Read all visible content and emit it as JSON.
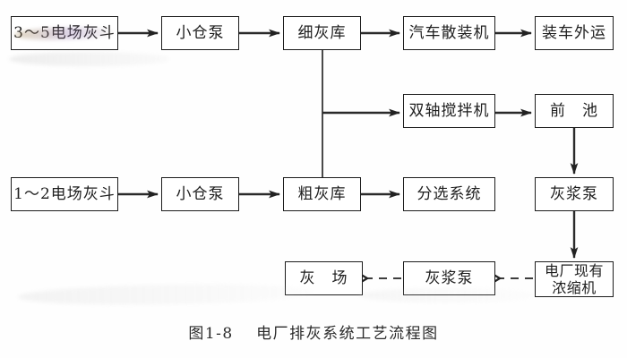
{
  "figure": {
    "caption": "图1-8　 电厂排灰系统工艺流程图"
  },
  "nodes": {
    "ash_hopper_3_5": {
      "label": "3～5电场灰斗"
    },
    "bin_pump_top": {
      "label": "小仓泵"
    },
    "fine_ash_silo": {
      "label": "细灰库"
    },
    "truck_bulk_loader": {
      "label": "汽车散装机"
    },
    "load_transport_out": {
      "label": "装车外运"
    },
    "twin_shaft_mixer": {
      "label": "双轴搅拌机"
    },
    "fore_pool": {
      "label": "前　池"
    },
    "ash_hopper_1_2": {
      "label": "1～2电场灰斗"
    },
    "bin_pump_bottom": {
      "label": "小仓泵"
    },
    "coarse_ash_silo": {
      "label": "粗灰库"
    },
    "sorting_system": {
      "label": "分选系统"
    },
    "slurry_pump_right": {
      "label": "灰浆泵"
    },
    "ash_yard": {
      "label": "灰　场"
    },
    "slurry_pump_bottom": {
      "label": "灰浆泵"
    },
    "existing_thickener": {
      "line1": "电厂现有",
      "line2": "浓缩机"
    }
  },
  "edges": [
    {
      "from": "3～5电场灰斗",
      "to": "小仓泵",
      "type": "solid-arrow"
    },
    {
      "from": "小仓泵",
      "to": "细灰库",
      "type": "solid-arrow"
    },
    {
      "from": "细灰库",
      "to": "汽车散装机",
      "type": "solid-arrow"
    },
    {
      "from": "汽车散装机",
      "to": "装车外运",
      "type": "solid-arrow"
    },
    {
      "from": "细灰库",
      "to": "粗灰库",
      "type": "solid-line"
    },
    {
      "from": "细灰库-粗灰库连线",
      "to": "双轴搅拌机",
      "type": "solid-arrow"
    },
    {
      "from": "双轴搅拌机",
      "to": "前　池",
      "type": "solid-arrow"
    },
    {
      "from": "前　池",
      "to": "灰浆泵(右)",
      "type": "solid-arrow"
    },
    {
      "from": "1～2电场灰斗",
      "to": "小仓泵",
      "type": "solid-arrow"
    },
    {
      "from": "小仓泵",
      "to": "粗灰库",
      "type": "solid-arrow"
    },
    {
      "from": "粗灰库",
      "to": "分选系统",
      "type": "solid-arrow"
    },
    {
      "from": "灰浆泵(右)",
      "to": "电厂现有浓缩机",
      "type": "solid-arrow"
    },
    {
      "from": "电厂现有浓缩机",
      "to": "灰浆泵(下)",
      "type": "dashed-arrow"
    },
    {
      "from": "灰浆泵(下)",
      "to": "灰　场",
      "type": "dashed-arrow"
    }
  ]
}
